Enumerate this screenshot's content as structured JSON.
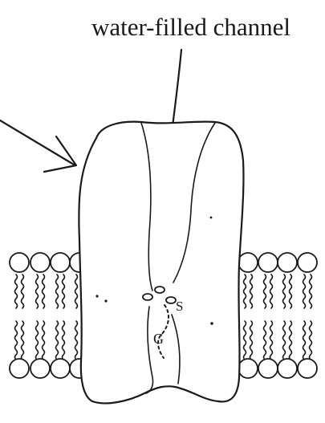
{
  "labels": {
    "top_label": "water-filled channel",
    "gate_label": "G",
    "filter_label": "S"
  },
  "colors": {
    "ink": "#1a1a1a",
    "background": "#ffffff"
  }
}
